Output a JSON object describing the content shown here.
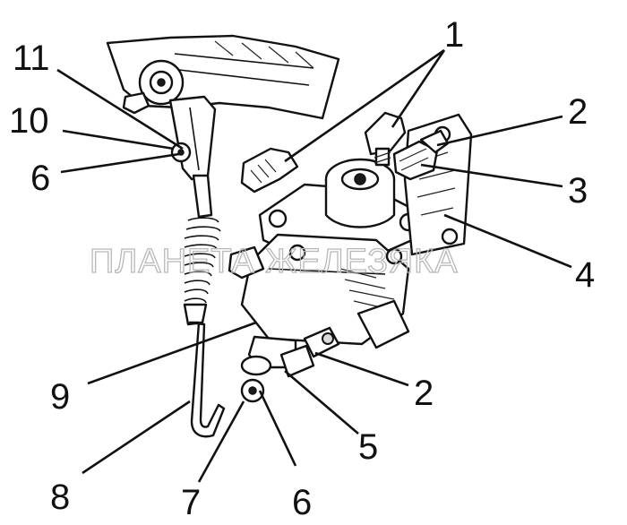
{
  "diagram": {
    "watermark": "ПЛАНЕТА ЖЕЛЕЗЯКА",
    "callouts": [
      {
        "id": "c1",
        "label": "1"
      },
      {
        "id": "c2a",
        "label": "2"
      },
      {
        "id": "c3",
        "label": "3"
      },
      {
        "id": "c4",
        "label": "4"
      },
      {
        "id": "c2b",
        "label": "2"
      },
      {
        "id": "c5",
        "label": "5"
      },
      {
        "id": "c6b",
        "label": "6"
      },
      {
        "id": "c7",
        "label": "7"
      },
      {
        "id": "c8",
        "label": "8"
      },
      {
        "id": "c9",
        "label": "9"
      },
      {
        "id": "c6a",
        "label": "6"
      },
      {
        "id": "c10",
        "label": "10"
      },
      {
        "id": "c11",
        "label": "11"
      }
    ]
  },
  "colors": {
    "ink": "#111111",
    "paper": "#ffffff",
    "watermark": "#b8b8b8",
    "shade": "#d9d9d9"
  }
}
